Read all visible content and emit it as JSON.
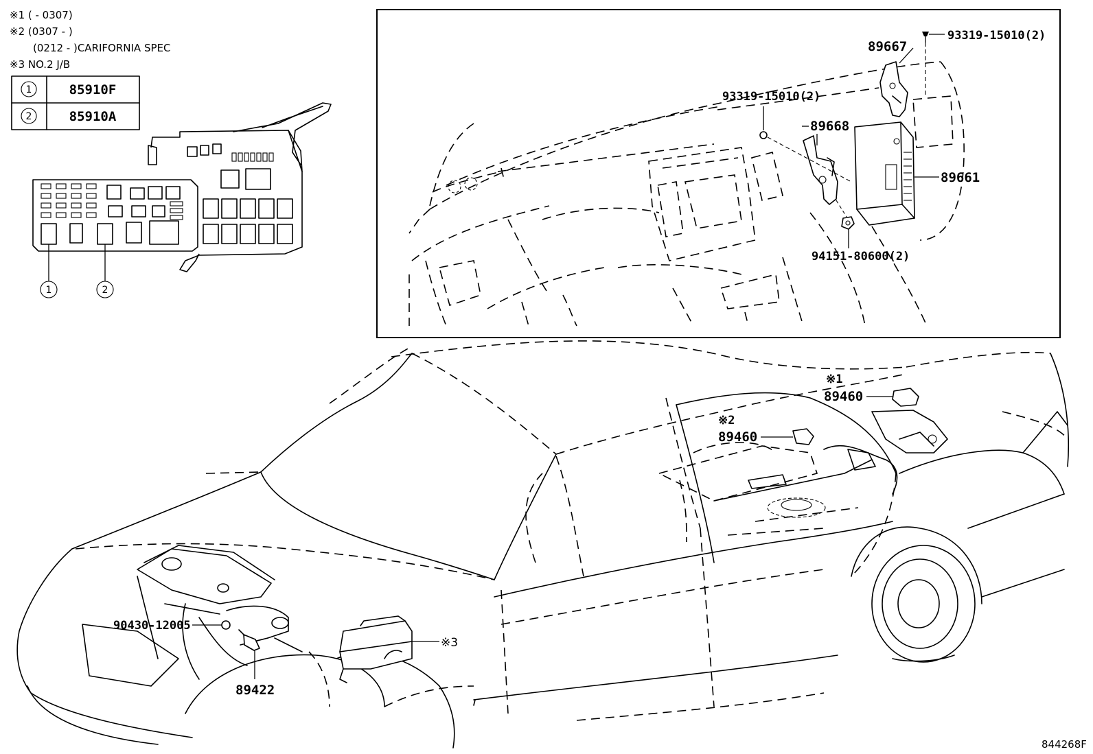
{
  "notes": [
    "※1 (      - 0307)",
    "※2 (0307 -       )",
    "(0212 -       )CARIFORNIA SPEC",
    "※3 NO.2 J/B"
  ],
  "fuse_table": {
    "rows": [
      {
        "index": "1",
        "part": "85910F"
      },
      {
        "index": "2",
        "part": "85910A"
      }
    ]
  },
  "callouts": {
    "jb_1": "1",
    "jb_2": "2"
  },
  "parts": {
    "p89667": "89667",
    "p93319_top": "93319-15010(2)",
    "p93319_mid": "93319-15010(2)",
    "p89668": "89668",
    "p89661": "89661",
    "p94151": "94151-80600(2)",
    "p89460_a": "89460",
    "p89460_a_note": "※1",
    "p89460_b": "89460",
    "p89460_b_note": "※2",
    "p90430": "90430-12005",
    "p89422": "89422",
    "jb_note": "※3"
  },
  "figure_ref": "844268F"
}
